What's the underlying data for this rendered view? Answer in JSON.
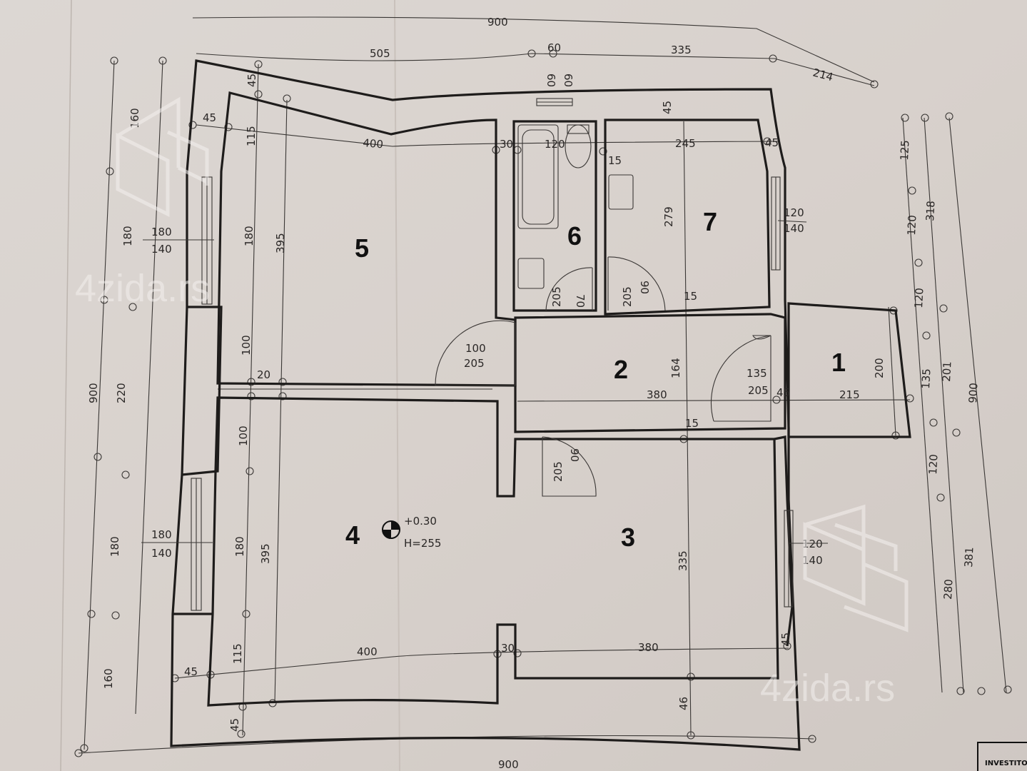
{
  "plan": {
    "rooms": [
      "1",
      "2",
      "3",
      "4",
      "5",
      "6",
      "7"
    ],
    "level": {
      "elevation": "+0.30",
      "height": "H=255"
    },
    "dims_top": {
      "overall": "900",
      "left": "505",
      "mid": "60",
      "right": "335",
      "angled": "214",
      "shaft_a": "60",
      "shaft_b": "60"
    },
    "dims_bottom": {
      "overall": "900"
    },
    "dims_left": {
      "overall": "900",
      "a": "160",
      "b": "180",
      "c": "220",
      "d": "180",
      "e": "160"
    },
    "dims_right": {
      "overall": "900",
      "s1": "125",
      "s2": "120",
      "s3": "120",
      "s4": "135",
      "s5": "120",
      "s6": "280",
      "t1": "318",
      "t2": "201",
      "t3": "381"
    },
    "room5": {
      "w": "400",
      "h": "395",
      "wall_top": "45",
      "wall_left": "45",
      "sill": "115",
      "win": "180",
      "pier": "100",
      "gap": "20"
    },
    "room6": {
      "w1": "30",
      "w2": "120",
      "door_w": "70",
      "door_h": "205"
    },
    "room7": {
      "w": "245",
      "h": "279",
      "wall_top": "45",
      "wall_right": "45",
      "gap": "15",
      "door_w": "90",
      "door_h": "205",
      "gap2": "15"
    },
    "room2": {
      "w": "380",
      "h": "164",
      "door_w": "100",
      "door_h": "205",
      "gap": "15"
    },
    "room1": {
      "w": "215",
      "h": "200",
      "wall": "45",
      "door_w": "135",
      "door_h": "205"
    },
    "room3": {
      "w": "380",
      "h": "335",
      "door_w": "90",
      "door_h": "205",
      "wall_bottom": "46",
      "wall_right": "45"
    },
    "room4": {
      "w": "400",
      "h": "395",
      "pier": "100",
      "win": "180",
      "sill": "115",
      "wall_left": "45",
      "wall_bottom": "45",
      "wall_mid": "30"
    },
    "windows": [
      {
        "w": "180",
        "h": "140"
      },
      {
        "w": "180",
        "h": "140"
      },
      {
        "w": "120",
        "h": "140"
      },
      {
        "w": "120",
        "h": "140"
      }
    ],
    "title_block": "INVESTITOR"
  },
  "watermark": {
    "text": "4zida.rs",
    "color": "#f4f1ee"
  },
  "colors": {
    "paper": "#d9d3ce",
    "ink": "#1e1c1b"
  }
}
